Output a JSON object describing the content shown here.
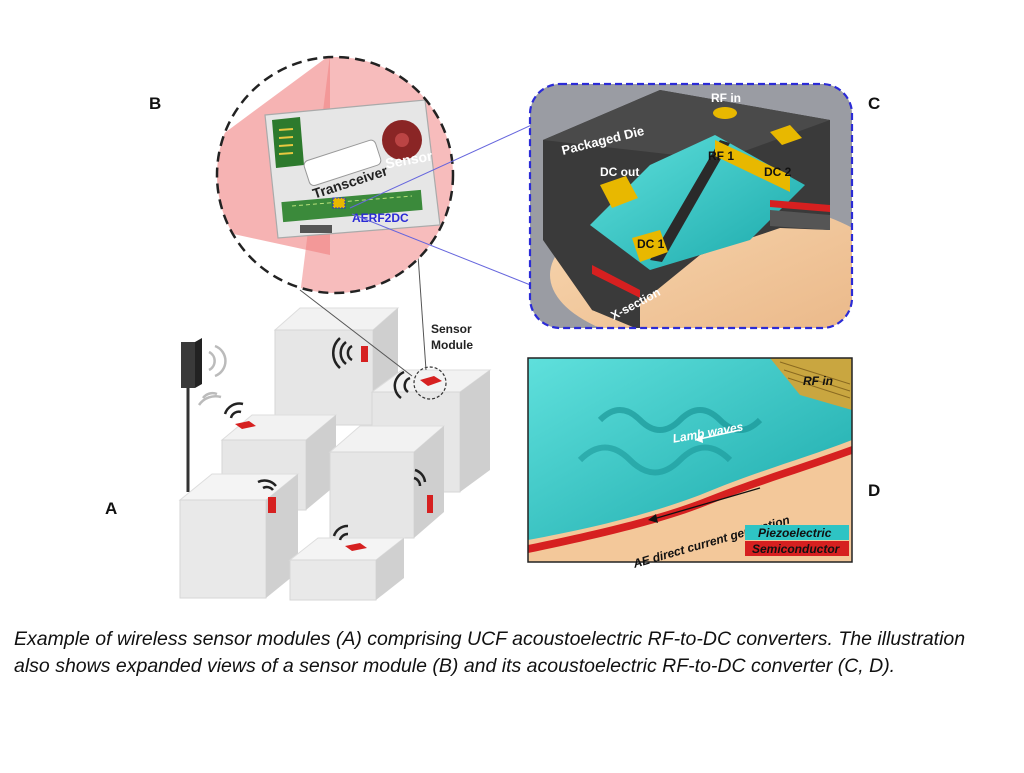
{
  "panels": {
    "a": {
      "letter": "A"
    },
    "b": {
      "letter": "B",
      "transceiver_label": "Transceiver",
      "sensor_label": "Sensor",
      "converter_label": "AERF2DC"
    },
    "c": {
      "letter": "C",
      "packaged_die_label": "Packaged Die",
      "rf_in_label": "RF in",
      "dc_out_label": "DC out",
      "rf1_label": "RF 1",
      "dc2_label": "DC 2",
      "dc1_label": "DC 1",
      "xsection_label": "X-section"
    },
    "d": {
      "letter": "D",
      "rf_in_label": "RF in",
      "lamb_waves_label": "Lamb waves",
      "ae_current_label": "AE direct current generation",
      "piezo_label": "Piezoelectric",
      "semi_label": "Semiconductor"
    }
  },
  "sensor_module_label": [
    "Sensor",
    "Module"
  ],
  "caption": "Example of wireless sensor modules (A) comprising UCF acoustoelectric RF-to-DC converters. The illustration also shows expanded views of a sensor module (B) and its acoustoelectric RF-to-DC converter (C, D).",
  "colors": {
    "accent_red": "#d62020",
    "teal": "#2ec4c4",
    "gold": "#e8b800",
    "dark_die": "#3a3a3a",
    "blue_outline": "#2b2bd6",
    "sand": "#f3c89a"
  },
  "icons": [
    "wireless-signal-icon"
  ]
}
